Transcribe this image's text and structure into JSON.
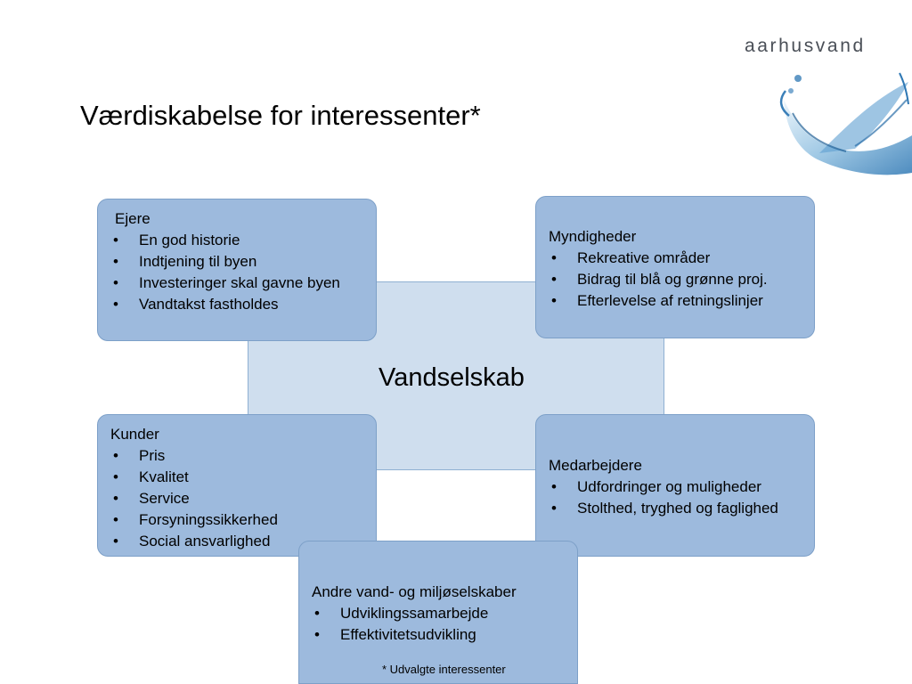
{
  "logo": {
    "text": "aarhusvand"
  },
  "title": "Værdiskabelse for interessenter*",
  "center": {
    "label": "Vandselskab"
  },
  "cards": {
    "ejere": {
      "heading": "Ejere",
      "items": [
        "En god historie",
        "Indtjening til byen",
        "Investeringer skal gavne byen",
        "Vandtakst fastholdes"
      ]
    },
    "myndigheder": {
      "heading": "Myndigheder",
      "items": [
        "Rekreative områder",
        "Bidrag til blå og grønne proj.",
        "Efterlevelse af retningslinjer"
      ]
    },
    "kunder": {
      "heading": "Kunder",
      "items": [
        "Pris",
        "Kvalitet",
        "Service",
        "Forsyningssikkerhed",
        "Social ansvarlighed"
      ]
    },
    "medarbejdere": {
      "heading": "Medarbejdere",
      "items": [
        "Udfordringer og muligheder",
        "Stolthed, tryghed og faglighed"
      ]
    },
    "andre": {
      "heading": "Andre vand- og miljøselskaber",
      "items": [
        "Udviklingssamarbejde",
        "Effektivitetsudvikling"
      ]
    }
  },
  "footnote": "* Udvalgte interessenter",
  "colors": {
    "card_fill": "#9dbadd",
    "center_fill": "#cfdeee",
    "card_border": "#7da0c8"
  }
}
